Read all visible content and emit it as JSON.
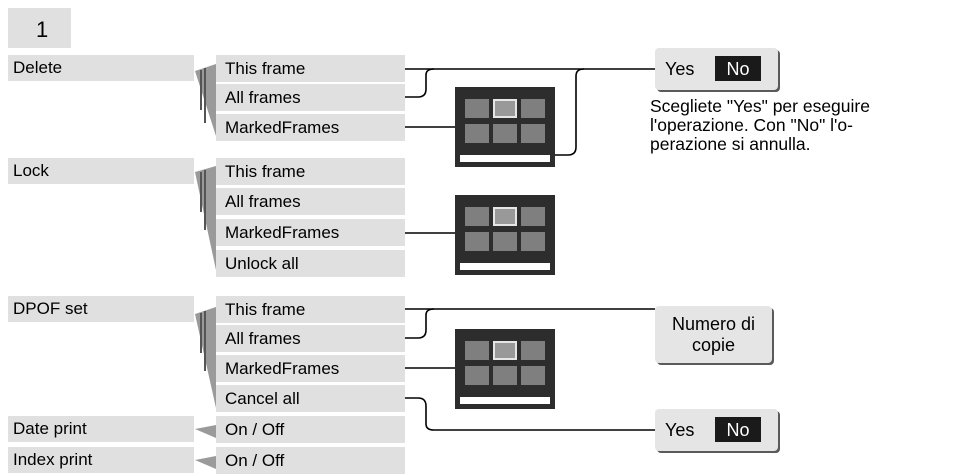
{
  "page_number": "1",
  "menu": [
    {
      "label": "Delete",
      "options": [
        "This frame",
        "All frames",
        "MarkedFrames"
      ]
    },
    {
      "label": "Lock",
      "options": [
        "This frame",
        "All frames",
        "MarkedFrames",
        "Unlock all"
      ]
    },
    {
      "label": "DPOF set",
      "options": [
        "This frame",
        "All frames",
        "MarkedFrames",
        "Cancel all"
      ]
    },
    {
      "label": "Date print",
      "options": [
        "On / Off"
      ]
    },
    {
      "label": "Index print",
      "options": [
        "On / Off"
      ]
    }
  ],
  "confirm_dialog": {
    "yes": "Yes",
    "no": "No"
  },
  "copies_box": {
    "line1": "Numero di",
    "line2": "copie"
  },
  "description": [
    "Scegliete \"Yes\" per eseguire",
    "l'operazione. Con \"No\" l'o-",
    "perazione si annulla."
  ],
  "colors": {
    "box_background": "#e0e0e0",
    "thumbnail_background": "#2d2d2d",
    "no_button": "#1a1a1a"
  }
}
